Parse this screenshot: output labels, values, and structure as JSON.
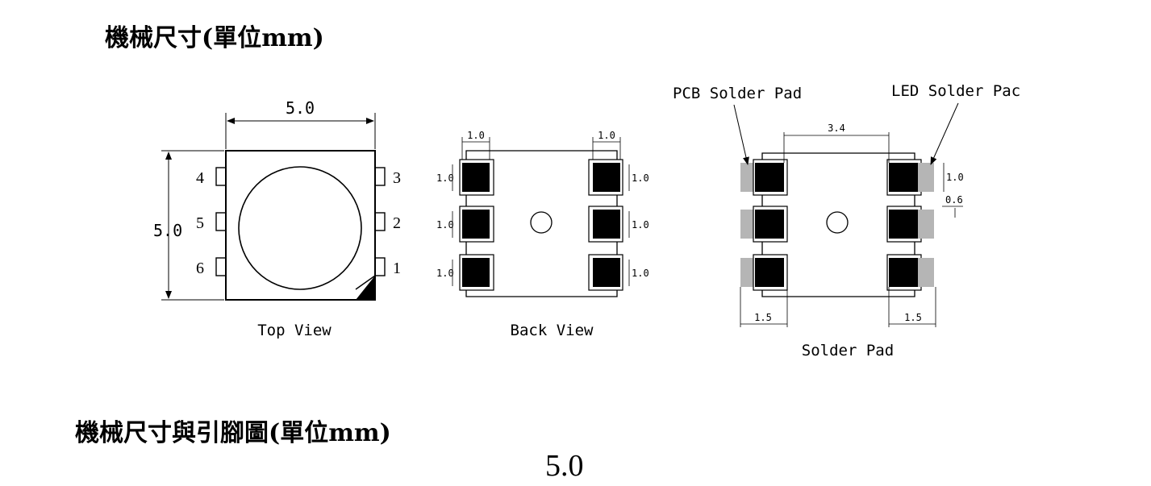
{
  "title_top": "機械尺寸(單位mm)",
  "title_bottom": "機械尺寸與引腳圖(單位mm)",
  "bottom_dimension": "5.0",
  "top_view": {
    "caption": "Top View",
    "width": "5.0",
    "height": "5.0",
    "pins_left": [
      "4",
      "5",
      "6"
    ],
    "pins_right": [
      "3",
      "2",
      "1"
    ]
  },
  "back_view": {
    "caption": "Back View",
    "pad_width": "1.0",
    "pad_height": "1.0"
  },
  "solder_pad": {
    "caption": "Solder Pad",
    "pcb_label": "PCB Solder Pad",
    "led_label": "LED Solder Pac",
    "pad_span": "3.4",
    "pad_size": "1.0",
    "pad_gap": "0.6",
    "outer_left": "1.5",
    "outer_right": "1.5"
  }
}
